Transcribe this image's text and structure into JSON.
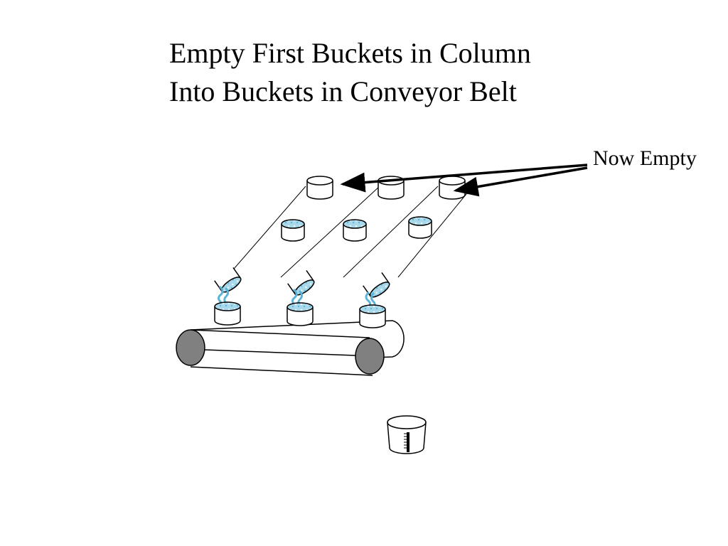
{
  "slide": {
    "title_line1": "Empty First Buckets in Column",
    "title_line2": "Into Buckets in Conveyor Belt",
    "callout_label": "Now Empty"
  },
  "colors": {
    "water": "#a8d8ea",
    "water_dark": "#5ab4d6",
    "roller": "#808080",
    "line": "#000000"
  },
  "icons": [
    "bucket-icon",
    "measuring-cup-icon",
    "arrow-icon"
  ]
}
